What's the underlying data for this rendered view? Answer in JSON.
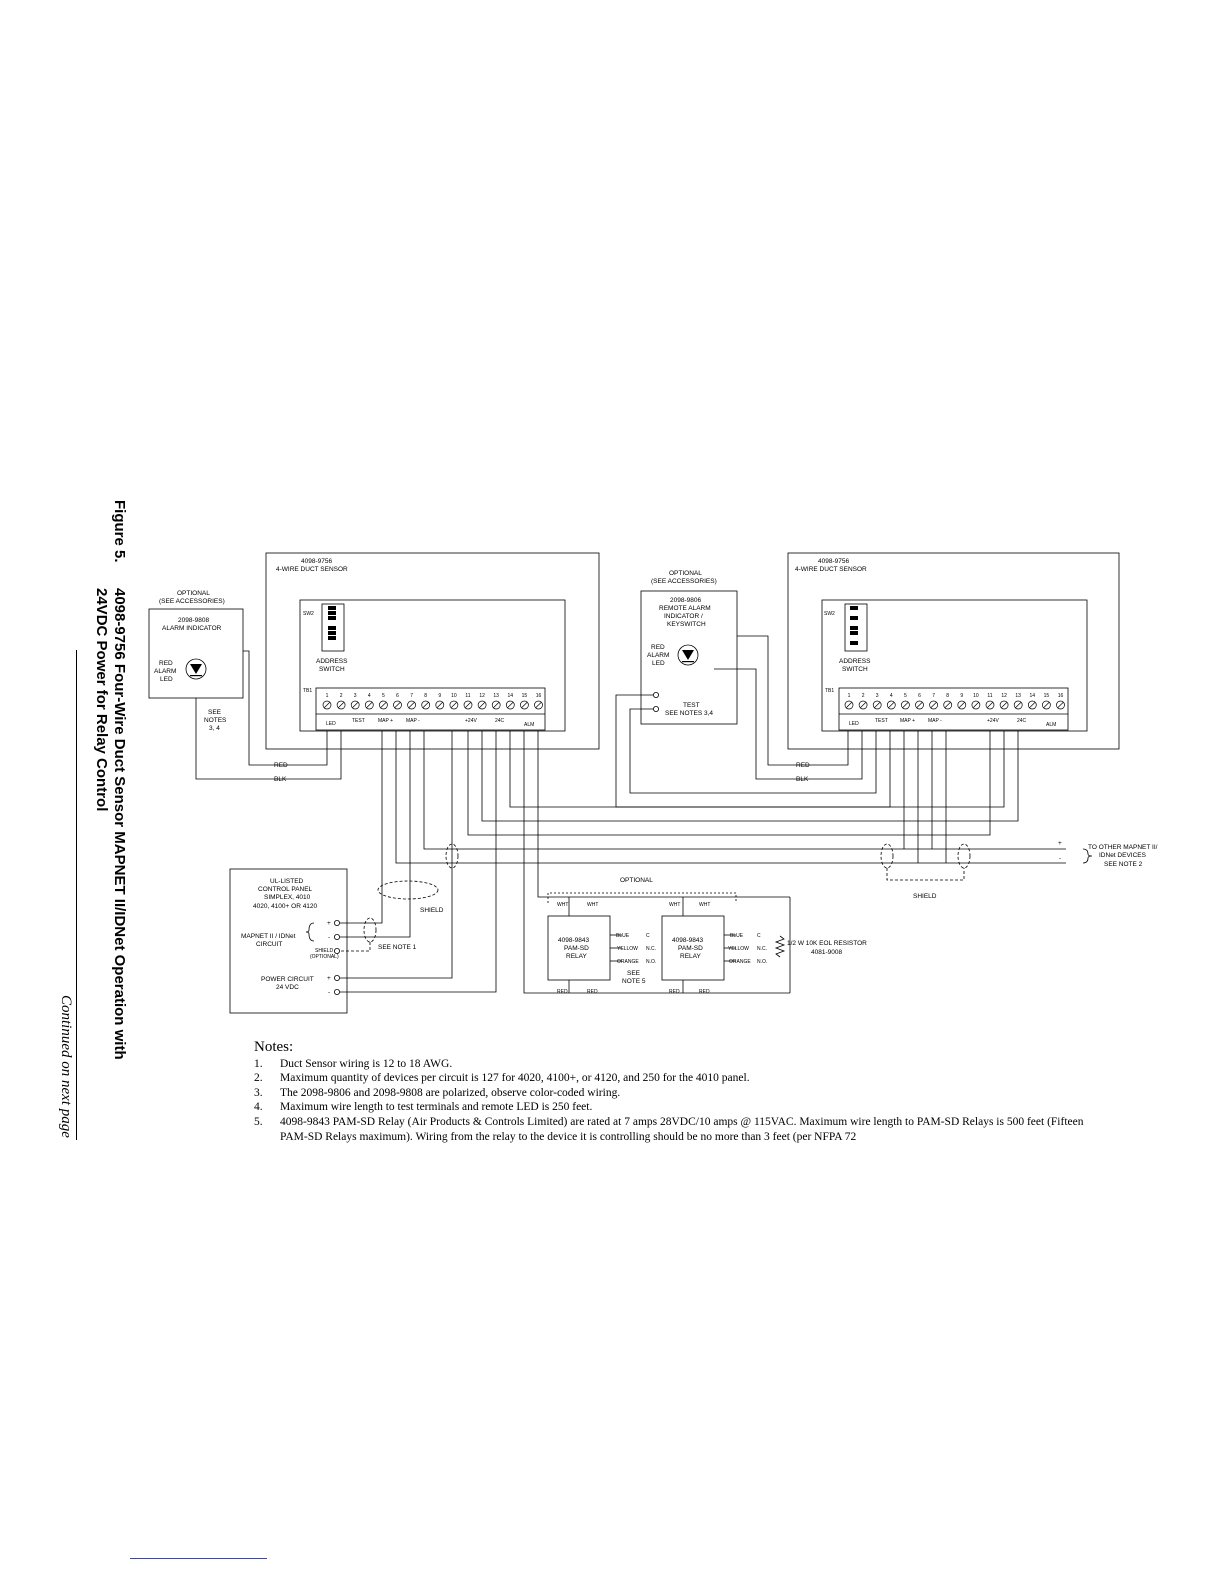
{
  "figure": {
    "label": "Figure 5.",
    "title_line1": "4098-9756 Four-Wire Duct Sensor MAPNET II/IDNet Operation with",
    "title_line2": "24VDC Power for Relay Control",
    "continued": "Continued on next page"
  },
  "diagram": {
    "sensor_left": {
      "model": "4098-9756",
      "name": "4-WIRE DUCT SENSOR",
      "sw": "SW2",
      "addr1": "ADDRESS",
      "addr2": "SWITCH",
      "tb": "TB1"
    },
    "sensor_right": {
      "model": "4098-9756",
      "name": "4-WIRE DUCT SENSOR",
      "sw": "SW2",
      "addr1": "ADDRESS",
      "addr2": "SWITCH",
      "tb": "TB1"
    },
    "terminal_numbers": [
      "1",
      "2",
      "3",
      "4",
      "5",
      "6",
      "7",
      "8",
      "9",
      "10",
      "11",
      "12",
      "13",
      "14",
      "15",
      "16"
    ],
    "terminal_groups": {
      "led": "LED",
      "test": "TEST",
      "map_plus": "MAP +",
      "map_minus": "MAP -",
      "v24": "+24V",
      "c24": "24C",
      "alm": "ALM"
    },
    "alarm_indicator": {
      "opt1": "OPTIONAL",
      "opt2": "(SEE ACCESSORIES)",
      "model": "2098-9808",
      "name": "ALARM INDICATOR",
      "led1": "RED",
      "led2": "ALARM",
      "led3": "LED",
      "see1": "SEE",
      "see2": "NOTES",
      "see3": "3, 4"
    },
    "remote": {
      "opt1": "OPTIONAL",
      "opt2": "(SEE ACCESSORIES)",
      "model": "2098-9806",
      "line1": "REMOTE ALARM",
      "line2": "INDICATOR /",
      "line3": "KEYSWITCH",
      "led1": "RED",
      "led2": "ALARM",
      "led3": "LED",
      "test": "TEST",
      "notes": "SEE NOTES 3,4"
    },
    "wires": {
      "red": "RED",
      "blk": "BLK"
    },
    "panel": {
      "l1": "UL-LISTED",
      "l2": "CONTROL PANEL",
      "l3": "SIMPLEX, 4010",
      "l4": "4020, 4100+ OR 4120",
      "mapnet1": "MAPNET II / IDNet",
      "mapnet2": "CIRCUIT",
      "shield1": "SHIELD",
      "shield2": "(OPTIONAL)",
      "power1": "POWER CIRCUIT",
      "power2": "24 VDC",
      "plus": "+",
      "minus": "-",
      "see_note1": "SEE NOTE 1"
    },
    "shield": "SHIELD",
    "other_devices": {
      "l1": "TO OTHER MAPNET II/",
      "l2": "IDNet DEVICES",
      "l3": "SEE NOTE 2",
      "plus": "+",
      "minus": "-"
    },
    "relays": {
      "optional": "OPTIONAL",
      "model": "4098-9843",
      "name1": "PAM-SD",
      "name2": "RELAY",
      "wht": "WHT",
      "red": "RED",
      "blue": "BLUE",
      "yellow": "YELLOW",
      "orange": "ORANGE",
      "c": "C",
      "nc": "N.C.",
      "no": "N.O.",
      "see1": "SEE",
      "see2": "NOTE 5"
    },
    "eol": {
      "l1": "1/2 W 10K EOL RESISTOR",
      "l2": "4081-9008"
    }
  },
  "notes": {
    "heading": "Notes:",
    "items": [
      {
        "num": "1.",
        "text": "Duct Sensor wiring is 12 to 18 AWG."
      },
      {
        "num": "2.",
        "text": "Maximum quantity of devices per circuit is 127 for 4020, 4100+, or 4120, and 250 for the 4010 panel."
      },
      {
        "num": "3.",
        "text": "The 2098-9806 and 2098-9808 are polarized, observe color-coded wiring."
      },
      {
        "num": "4.",
        "text": "Maximum wire length to test terminals and remote LED is 250 feet."
      },
      {
        "num": "5.",
        "text": "4098-9843 PAM-SD Relay (Air Products & Controls Limited) are rated at 7 amps 28VDC/10 amps @ 115VAC.  Maximum wire length to PAM-SD Relays is 500 feet (Fifteen PAM-SD Relays maximum).  Wiring from the relay to the device it is controlling should be no more than 3 feet (per NFPA 72"
      }
    ]
  }
}
